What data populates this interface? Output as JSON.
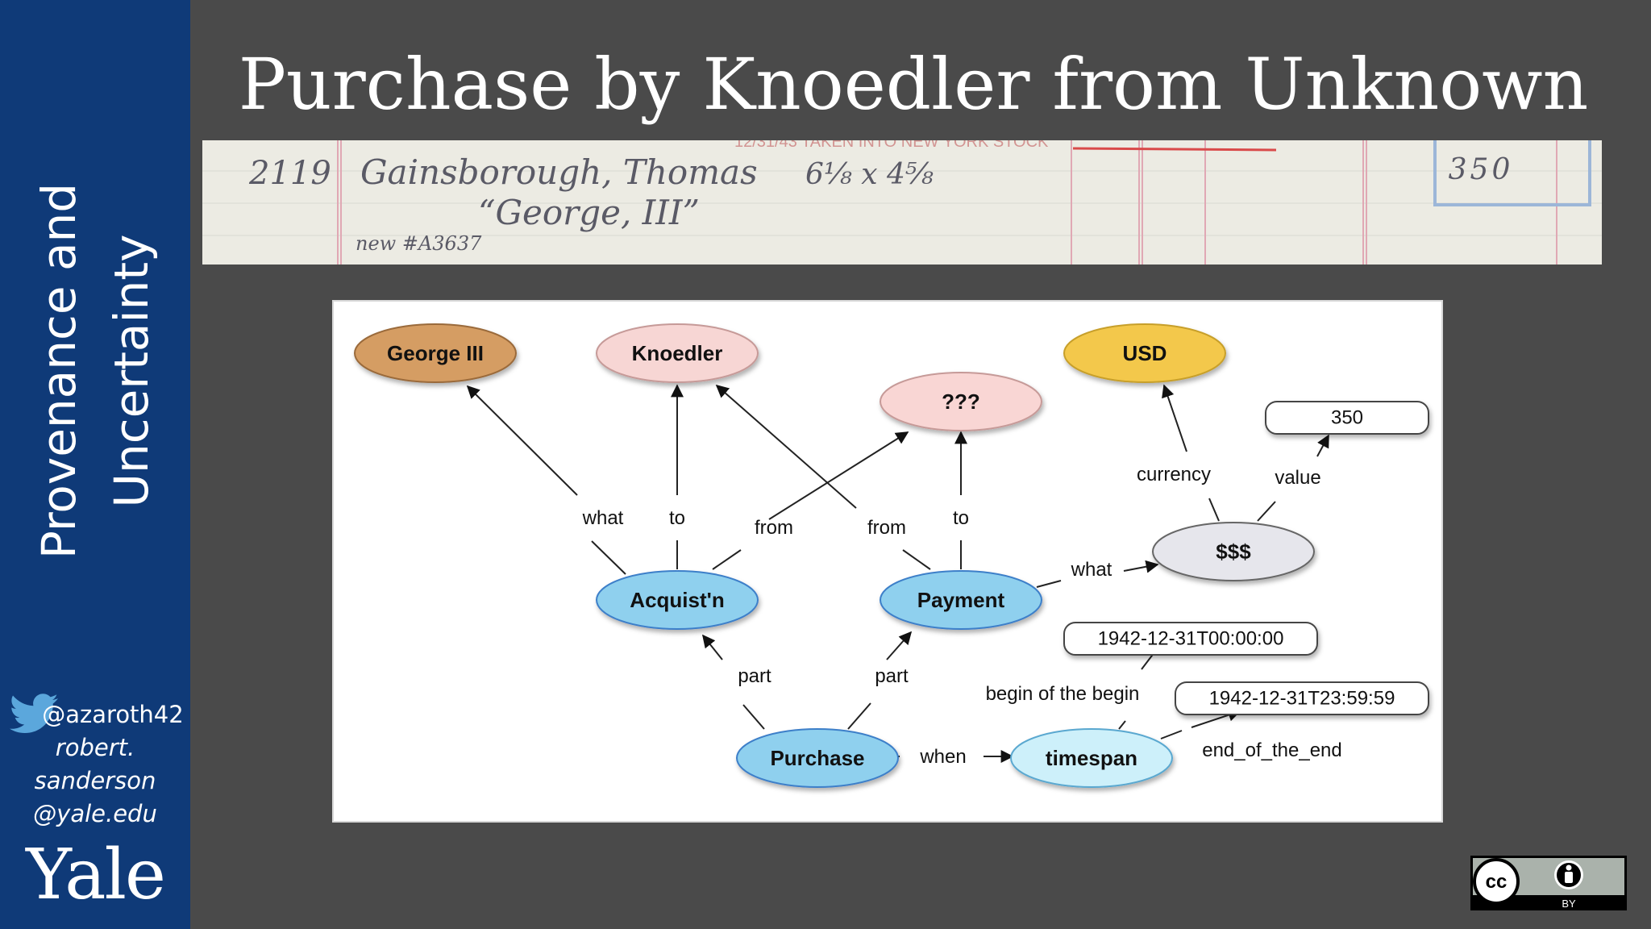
{
  "sidebar": {
    "title_line1": "Provenance and",
    "title_line2": "Uncertainty",
    "twitter_handle": "@azaroth42",
    "email_line1": "robert.",
    "email_line2": "sanderson",
    "email_line3": "@yale.edu",
    "logo_text": "Yale"
  },
  "title": "Purchase by Knoedler from Unknown",
  "ledger": {
    "stock_number": "2119",
    "artist": "Gainsborough, Thomas",
    "dimensions": "6⅛ x 4⅝",
    "artwork": "“George, III”",
    "new_number": "new #A3637",
    "price": "350",
    "header_note": "12/31/43 TAKEN INTO NEW YORK STOCK"
  },
  "diagram": {
    "nodes": {
      "george": "George III",
      "knoedler": "Knoedler",
      "unknown": "???",
      "usd": "USD",
      "value350": "350",
      "money": "$$$",
      "acquisition": "Acquist'n",
      "payment": "Payment",
      "purchase": "Purchase",
      "timespan": "timespan",
      "begin": "1942-12-31T00:00:00",
      "end": "1942-12-31T23:59:59"
    },
    "edges": {
      "what1": "what",
      "to1": "to",
      "from1": "from",
      "from2": "from",
      "to2": "to",
      "currency": "currency",
      "value": "value",
      "what2": "what",
      "part1": "part",
      "part2": "part",
      "when": "when",
      "begin_of_begin": "begin of the begin",
      "end_of_end": "end_of_the_end"
    }
  },
  "license": {
    "cc": "cc",
    "by": "BY"
  },
  "colors": {
    "sidebar": "#0f3a78",
    "background": "#4a4a4a",
    "node_blue": "#8fd0ee",
    "node_pink": "#f7d6d4",
    "node_gold": "#f3c84c",
    "node_brown": "#d59d64",
    "node_gray": "#e6e6ec",
    "node_cyan": "#cdf0fa"
  }
}
